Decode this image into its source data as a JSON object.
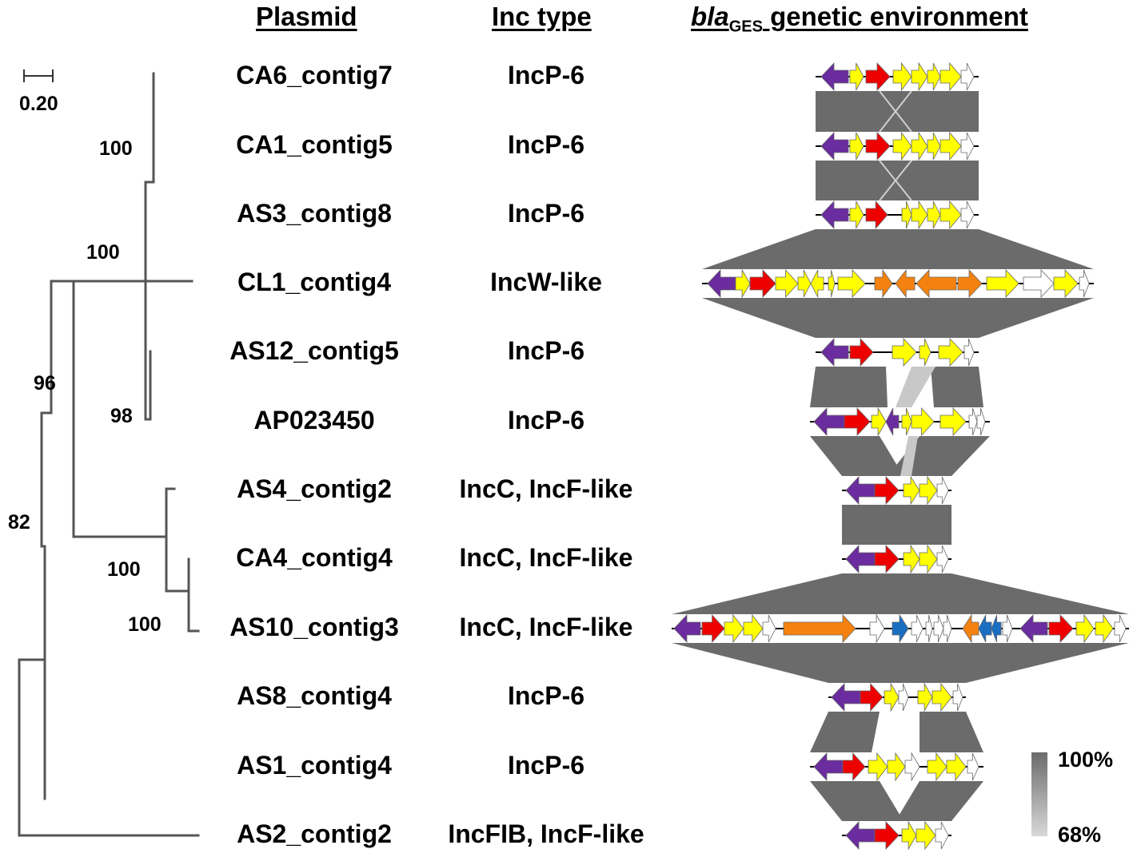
{
  "headers": {
    "plasmid": "Plasmid",
    "inc_type": "Inc type",
    "env_italic": "bla",
    "env_sub": "GES",
    "env_rest": " genetic environment"
  },
  "scale_bar": {
    "label": "0.20"
  },
  "bootstrap": [
    "100",
    "100",
    "98",
    "96",
    "100",
    "100",
    "82"
  ],
  "rows": [
    {
      "plasmid": "CA6_contig7",
      "inc": "IncP-6"
    },
    {
      "plasmid": "CA1_contig5",
      "inc": "IncP-6"
    },
    {
      "plasmid": "AS3_contig8",
      "inc": "IncP-6"
    },
    {
      "plasmid": "CL1_contig4",
      "inc": "IncW-like"
    },
    {
      "plasmid": "AS12_contig5",
      "inc": "IncP-6"
    },
    {
      "plasmid": "AP023450",
      "inc": "IncP-6"
    },
    {
      "plasmid": "AS4_contig2",
      "inc": "IncC, IncF-like"
    },
    {
      "plasmid": "CA4_contig4",
      "inc": "IncC, IncF-like"
    },
    {
      "plasmid": "AS10_contig3",
      "inc": "IncC, IncF-like"
    },
    {
      "plasmid": "AS8_contig4",
      "inc": "IncP-6"
    },
    {
      "plasmid": "AS1_contig4",
      "inc": "IncP-6"
    },
    {
      "plasmid": "AS2_contig2",
      "inc": "IncFIB, IncF-like"
    }
  ],
  "identity_legend": {
    "max": "100%",
    "min": "68%"
  },
  "colors": {
    "purple": "#6a2c9e",
    "red": "#ee0000",
    "yellow": "#ffff00",
    "orange": "#f5820f",
    "blue": "#1a6ec2",
    "white": "#ffffff",
    "homology_dark": "#6b6b6b",
    "homology_light": "#c8c8c8"
  }
}
